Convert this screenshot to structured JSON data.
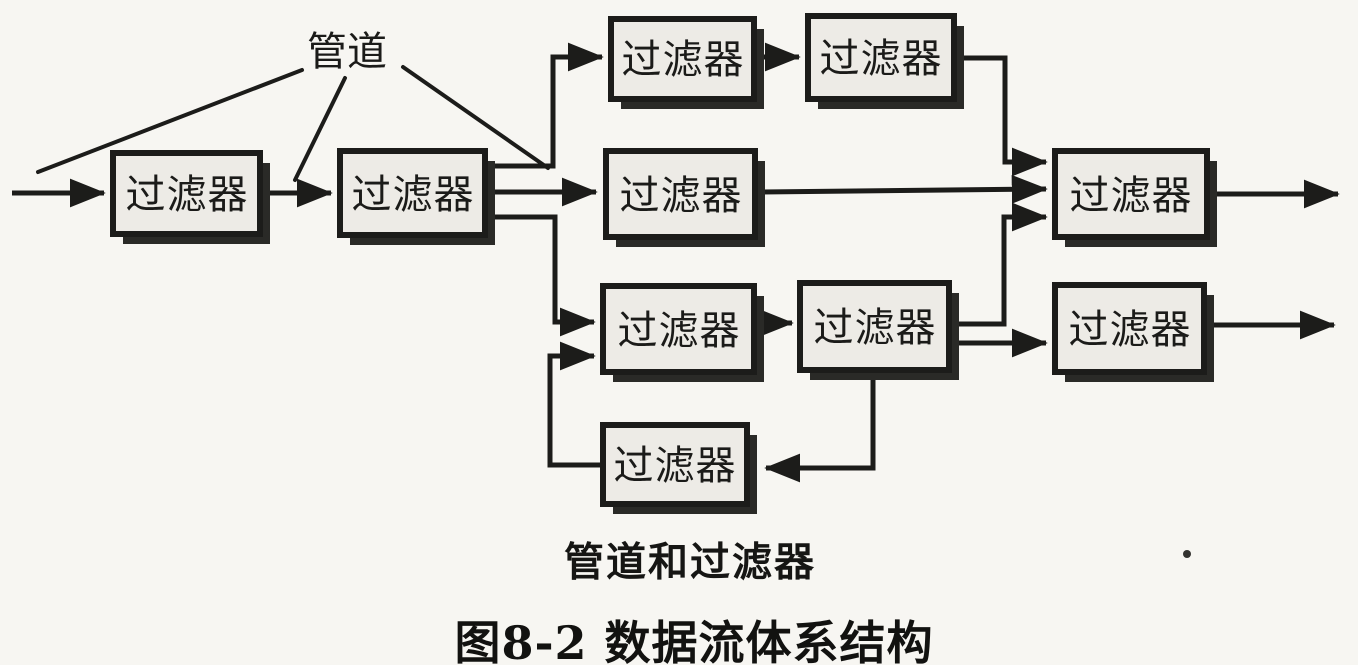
{
  "figure": {
    "pipe_label": "管道",
    "filter_label": "过滤器",
    "diagram_caption": "管道和过滤器",
    "figure_caption": "图8-2  数据流体系结构"
  },
  "colors": {
    "background": "#f7f6f2",
    "box_fill": "#edebe6",
    "box_border": "#1c1c1a",
    "box_shadow": "#2a2a27",
    "pipe_line": "#1c1c1a",
    "text": "#1b1b19"
  }
}
